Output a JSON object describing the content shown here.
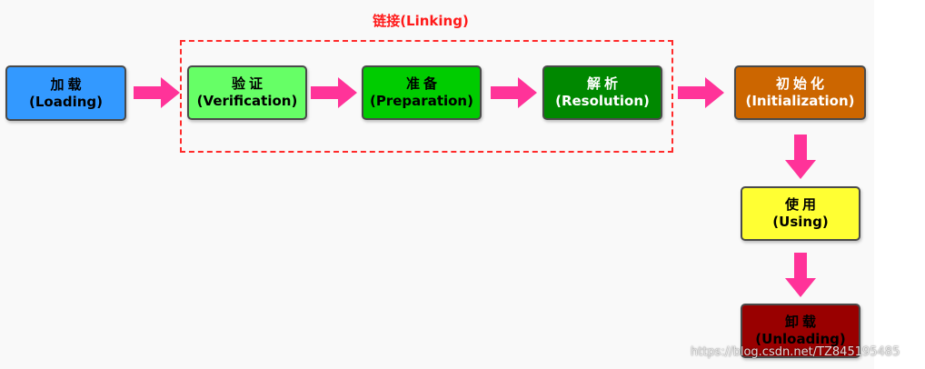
{
  "diagram": {
    "linking_label": "链接(Linking)",
    "stages": {
      "loading": {
        "name": "加载",
        "en": "(Loading)",
        "color": "#3399ff",
        "text_color": "#000000"
      },
      "verification": {
        "name": "验证",
        "en": "(Verification)",
        "color": "#66ff66",
        "text_color": "#000000"
      },
      "preparation": {
        "name": "准备",
        "en": "(Preparation)",
        "color": "#00cc00",
        "text_color": "#000000"
      },
      "resolution": {
        "name": "解析",
        "en": "(Resolution)",
        "color": "#008800",
        "text_color": "#ffffff"
      },
      "initialization": {
        "name": "初始化",
        "en": "(Initialization)",
        "color": "#cc6600",
        "text_color": "#ffffff"
      },
      "using": {
        "name": "使用",
        "en": "(Using)",
        "color": "#ffff33",
        "text_color": "#000000"
      },
      "unloading": {
        "name": "卸载",
        "en": "(Unloading)",
        "color": "#990000",
        "text_color": "#000000"
      }
    },
    "arrow_color": "#ff3399",
    "linking_border_color": "#ff2a2a"
  },
  "watermark": "https://blog.csdn.net/TZ845195485"
}
